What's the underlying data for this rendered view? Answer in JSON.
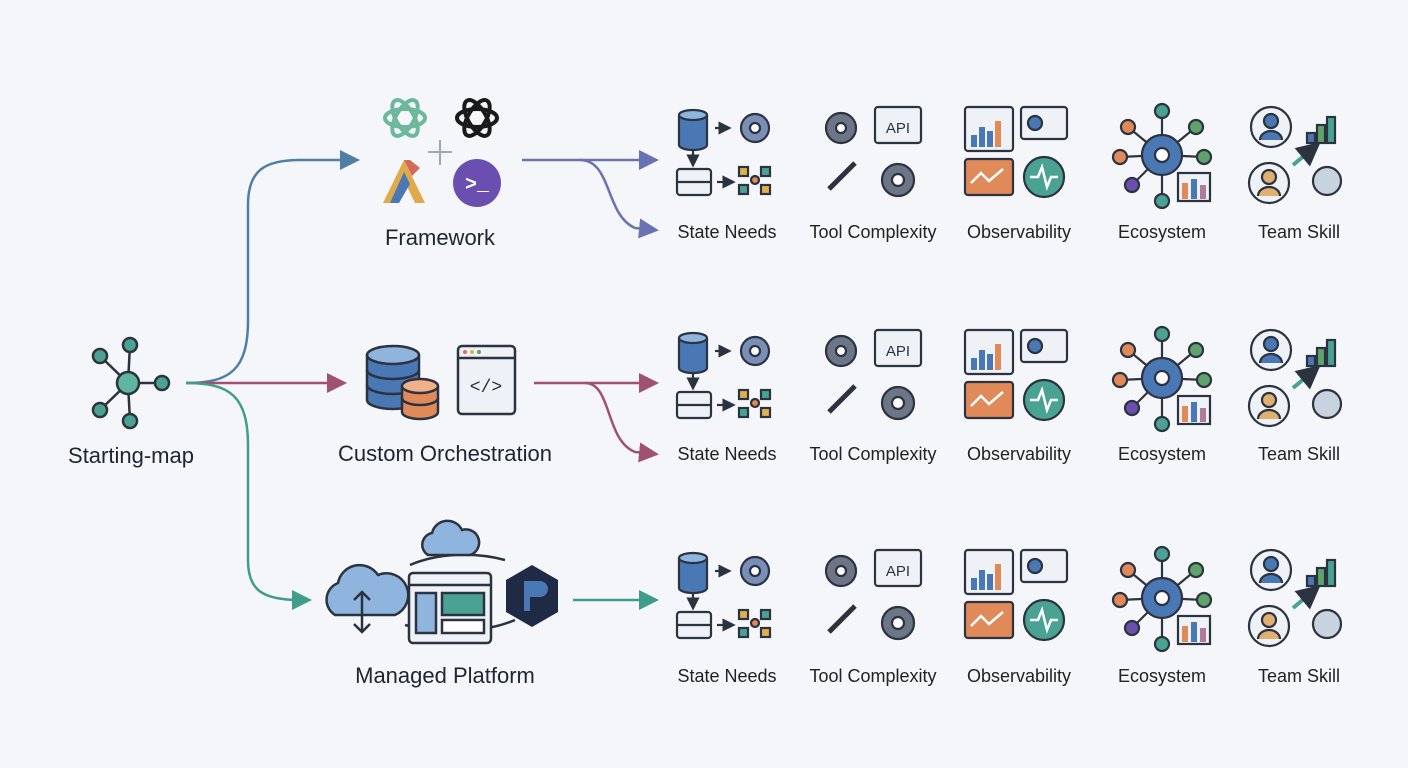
{
  "root": {
    "label": "Starting-map"
  },
  "branches": [
    {
      "key": "framework",
      "label": "Framework",
      "color": "#4f7fa6",
      "criteria": [
        "State Needs",
        "Tool Complexity",
        "Observability",
        "Ecosystem",
        "Team Skill"
      ]
    },
    {
      "key": "custom",
      "label": "Custom Orchestration",
      "color": "#a05070",
      "criteria": [
        "State Needs",
        "Tool Complexity",
        "Observability",
        "Ecosystem",
        "Team Skill"
      ]
    },
    {
      "key": "managed",
      "label": "Managed Platform",
      "color": "#3f9d8a",
      "criteria": [
        "State Needs",
        "Tool Complexity",
        "Observability",
        "Ecosystem",
        "Team Skill"
      ]
    }
  ],
  "icon_text": {
    "api": "API",
    "code": "</>",
    "terminal": ">_"
  },
  "colors": {
    "blue": "#4a78b5",
    "blueLight": "#8fb4de",
    "purple": "#6a4fb0",
    "orange": "#e08a5a",
    "teal": "#4aa392",
    "green": "#5fa36a",
    "outline": "#2b3340",
    "bg": "#f4f6f9"
  }
}
